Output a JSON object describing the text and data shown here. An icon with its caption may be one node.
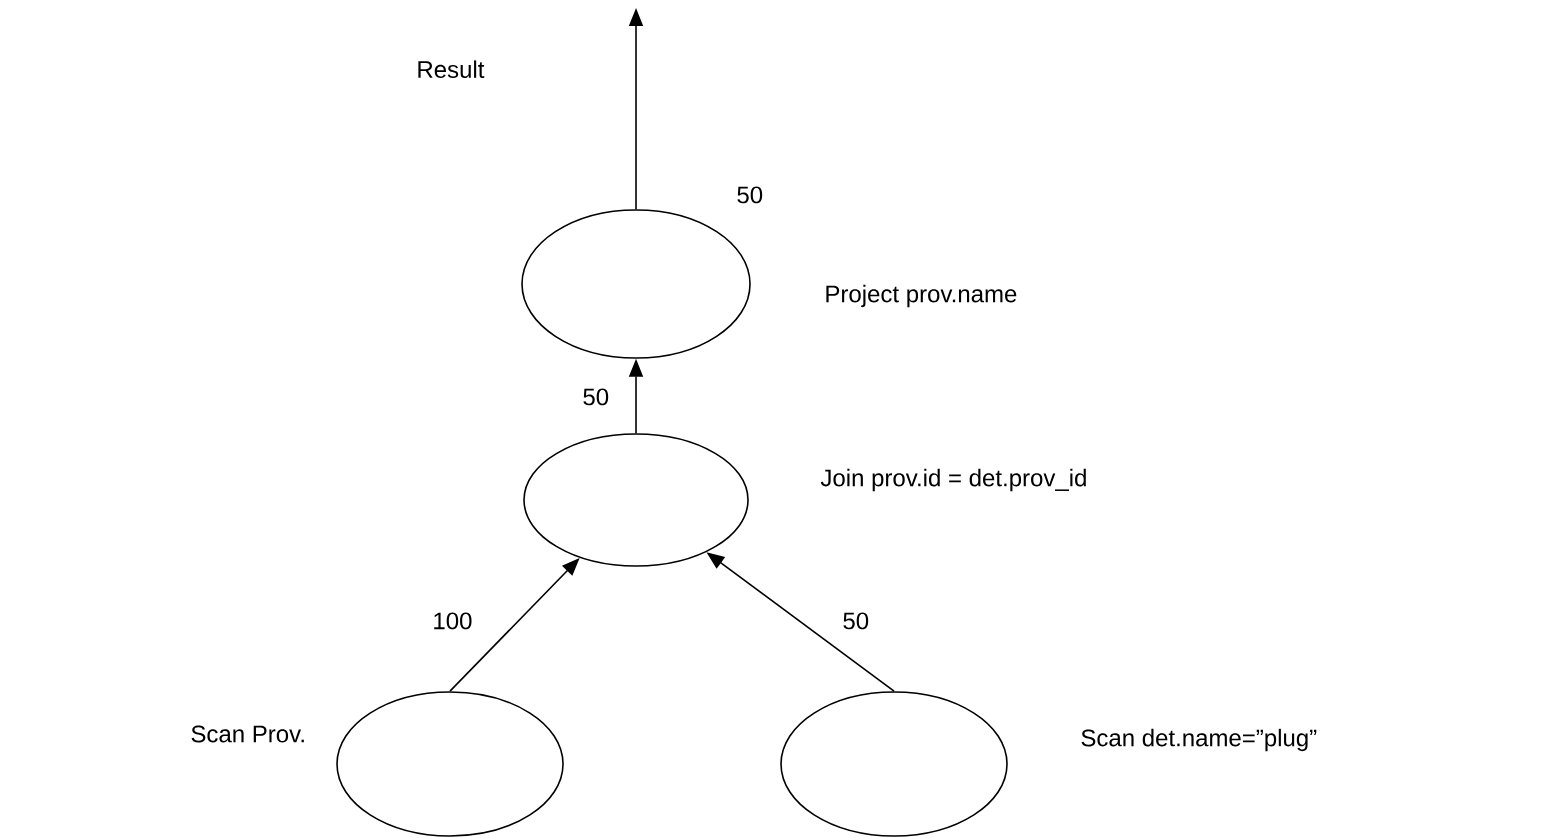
{
  "diagram": {
    "nodes": [
      {
        "text": [],
        "shape": "ellipse",
        "beside": [
          "Project  prov.name"
        ]
      },
      {
        "text": [],
        "shape": "ellipse",
        "beside": [
          "Join prov.id = det.prov_id"
        ]
      },
      {
        "text": [],
        "shape": "ellipse",
        "beside": [
          "Scan Prov."
        ]
      },
      {
        "text": [],
        "shape": "ellipse",
        "beside": [
          "Scan  det.name=”plug”"
        ]
      }
    ],
    "edges": [
      {
        "from": 0,
        "to": null,
        "arrow": "to",
        "label": "50"
      },
      {
        "from": 1,
        "to": 0,
        "arrow": "to",
        "label": "50"
      },
      {
        "from": 2,
        "to": 1,
        "arrow": "to",
        "label": "100"
      },
      {
        "from": 3,
        "to": 1,
        "arrow": "to",
        "label": "50"
      }
    ],
    "labels": [
      "Result"
    ]
  }
}
